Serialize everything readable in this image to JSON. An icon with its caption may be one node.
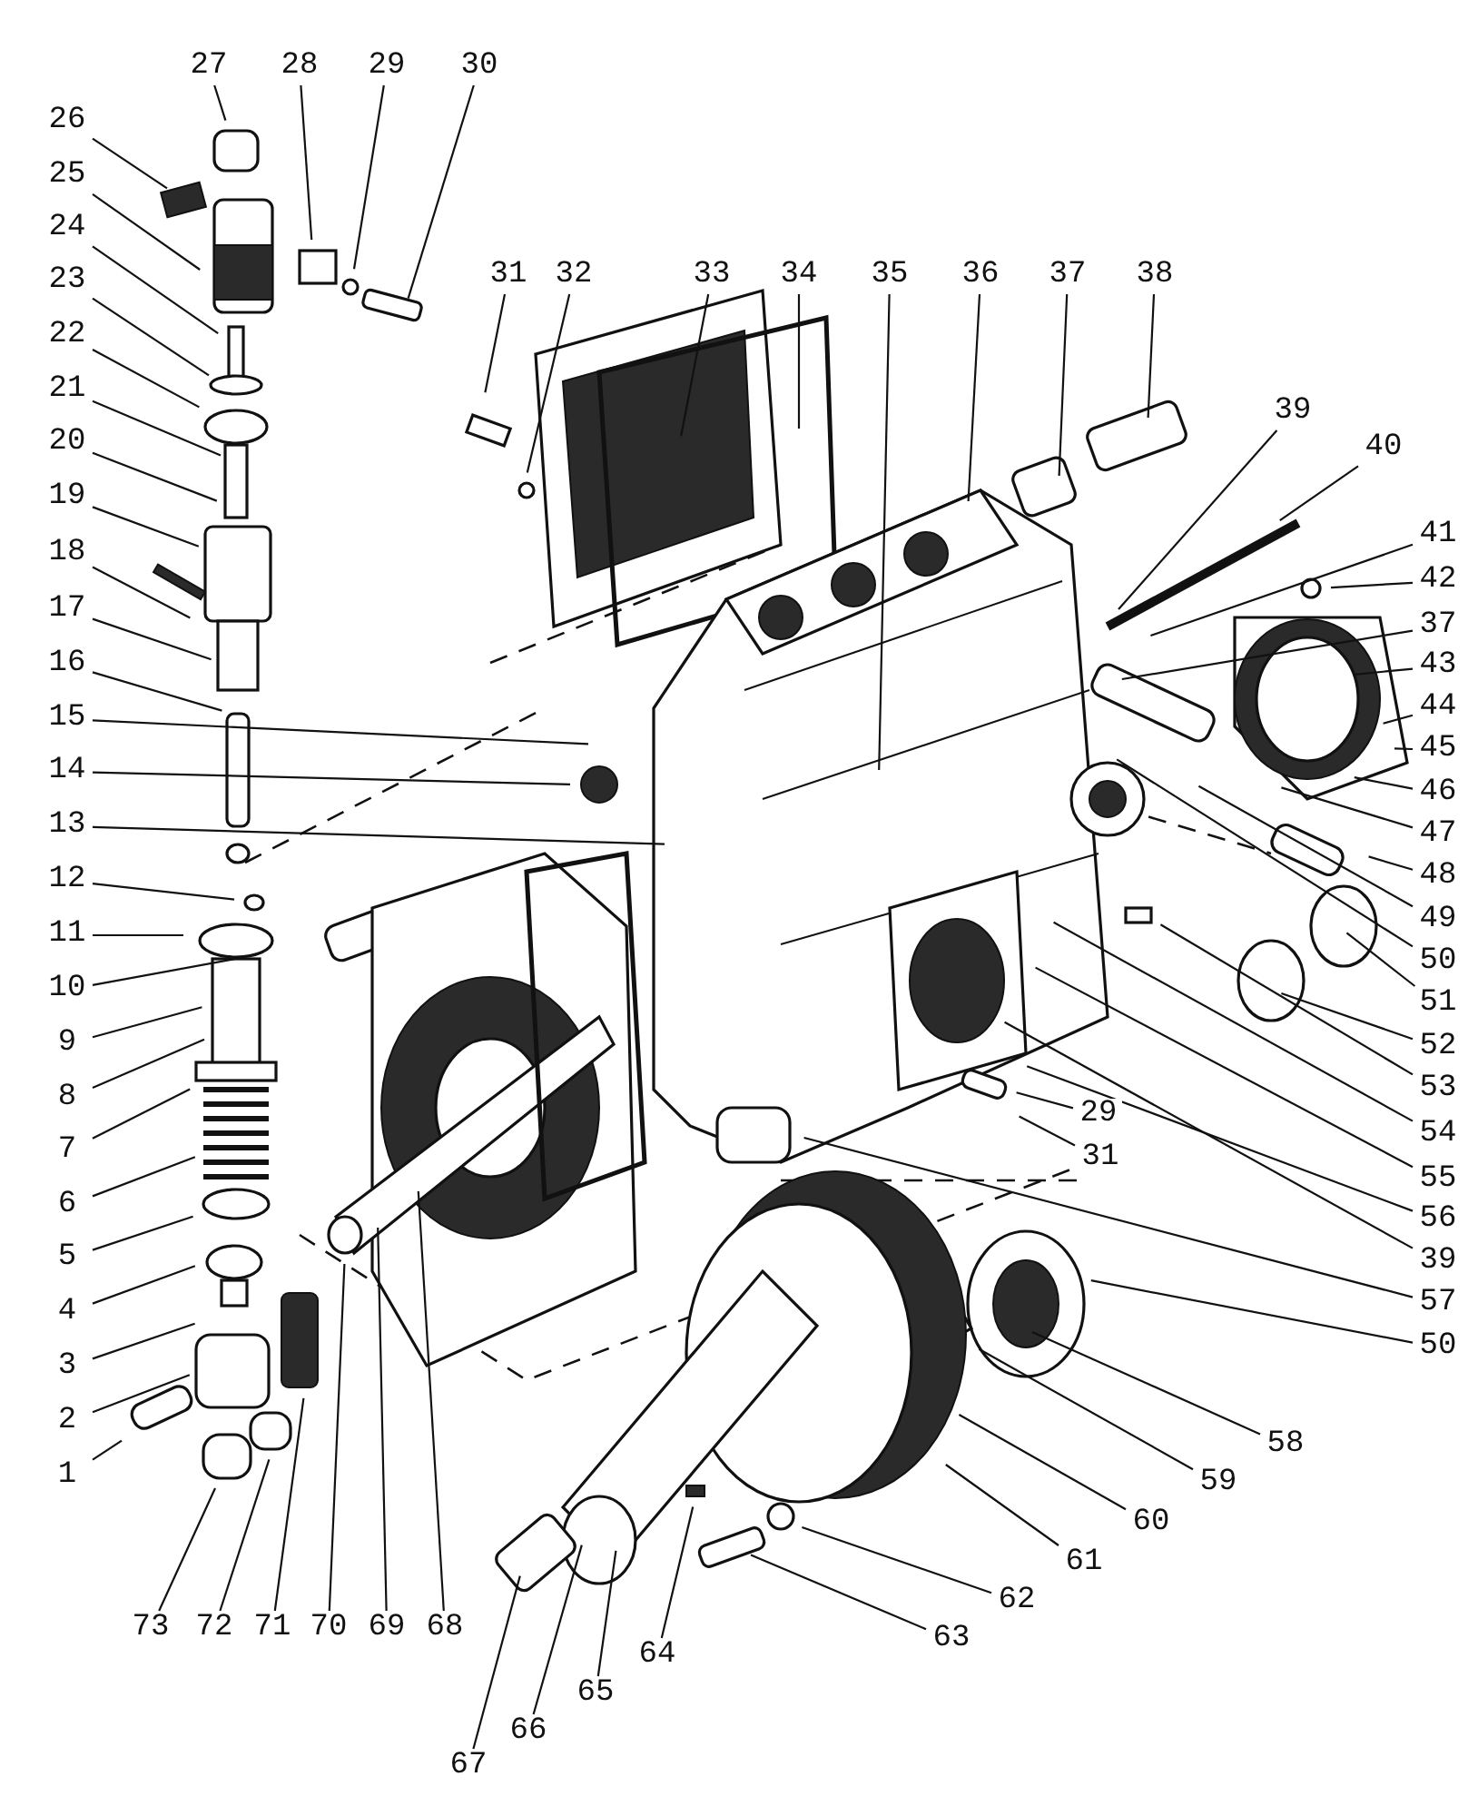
{
  "diagram": {
    "nodes": [
      {
        "text": [
          "27"
        ]
      },
      {
        "text": [
          "28"
        ]
      },
      {
        "text": [
          "29"
        ]
      },
      {
        "text": [
          "30"
        ]
      },
      {
        "text": [
          "26"
        ]
      },
      {
        "text": [
          "25"
        ]
      },
      {
        "text": [
          "24"
        ]
      },
      {
        "text": [
          "23"
        ]
      },
      {
        "text": [
          "22"
        ]
      },
      {
        "text": [
          "21"
        ]
      },
      {
        "text": [
          "20"
        ]
      },
      {
        "text": [
          "19"
        ]
      },
      {
        "text": [
          "18"
        ]
      },
      {
        "text": [
          "17"
        ]
      },
      {
        "text": [
          "16"
        ]
      },
      {
        "text": [
          "15"
        ]
      },
      {
        "text": [
          "14"
        ]
      },
      {
        "text": [
          "13"
        ]
      },
      {
        "text": [
          "12"
        ]
      },
      {
        "text": [
          "11"
        ]
      },
      {
        "text": [
          "10"
        ]
      },
      {
        "text": [
          "9"
        ]
      },
      {
        "text": [
          "8"
        ]
      },
      {
        "text": [
          "7"
        ]
      },
      {
        "text": [
          "6"
        ]
      },
      {
        "text": [
          "5"
        ]
      },
      {
        "text": [
          "4"
        ]
      },
      {
        "text": [
          "3"
        ]
      },
      {
        "text": [
          "2"
        ]
      },
      {
        "text": [
          "1"
        ]
      },
      {
        "text": [
          "31"
        ]
      },
      {
        "text": [
          "32"
        ]
      },
      {
        "text": [
          "33"
        ]
      },
      {
        "text": [
          "34"
        ]
      },
      {
        "text": [
          "35"
        ]
      },
      {
        "text": [
          "36"
        ]
      },
      {
        "text": [
          "37"
        ]
      },
      {
        "text": [
          "38"
        ]
      },
      {
        "text": [
          "39"
        ]
      },
      {
        "text": [
          "40"
        ]
      },
      {
        "text": [
          "41"
        ]
      },
      {
        "text": [
          "42"
        ]
      },
      {
        "text": [
          "37"
        ]
      },
      {
        "text": [
          "43"
        ]
      },
      {
        "text": [
          "44"
        ]
      },
      {
        "text": [
          "45"
        ]
      },
      {
        "text": [
          "46"
        ]
      },
      {
        "text": [
          "47"
        ]
      },
      {
        "text": [
          "48"
        ]
      },
      {
        "text": [
          "49"
        ]
      },
      {
        "text": [
          "50"
        ]
      },
      {
        "text": [
          "51"
        ]
      },
      {
        "text": [
          "52"
        ]
      },
      {
        "text": [
          "53"
        ]
      },
      {
        "text": [
          "54"
        ]
      },
      {
        "text": [
          "55"
        ]
      },
      {
        "text": [
          "56"
        ]
      },
      {
        "text": [
          "29"
        ]
      },
      {
        "text": [
          "31"
        ]
      },
      {
        "text": [
          "39"
        ]
      },
      {
        "text": [
          "57"
        ]
      },
      {
        "text": [
          "50"
        ]
      },
      {
        "text": [
          "58"
        ]
      },
      {
        "text": [
          "59"
        ]
      },
      {
        "text": [
          "60"
        ]
      },
      {
        "text": [
          "61"
        ]
      },
      {
        "text": [
          "62"
        ]
      },
      {
        "text": [
          "63"
        ]
      },
      {
        "text": [
          "64"
        ]
      },
      {
        "text": [
          "65"
        ]
      },
      {
        "text": [
          "66"
        ]
      },
      {
        "text": [
          "67"
        ]
      },
      {
        "text": [
          "73"
        ]
      },
      {
        "text": [
          "72"
        ]
      },
      {
        "text": [
          "71"
        ]
      },
      {
        "text": [
          "70"
        ]
      },
      {
        "text": [
          "69"
        ]
      },
      {
        "text": [
          "68"
        ]
      }
    ],
    "edges": [
      {
        "from": 0,
        "to": null,
        "arrow": "none"
      },
      {
        "from": 1,
        "to": null,
        "arrow": "none"
      },
      {
        "from": 2,
        "to": null,
        "arrow": "none"
      },
      {
        "from": 3,
        "to": null,
        "arrow": "none"
      },
      {
        "from": 4,
        "to": null,
        "arrow": "none"
      },
      {
        "from": 5,
        "to": null,
        "arrow": "none"
      },
      {
        "from": 6,
        "to": null,
        "arrow": "none"
      },
      {
        "from": 7,
        "to": null,
        "arrow": "none"
      },
      {
        "from": 8,
        "to": null,
        "arrow": "none"
      },
      {
        "from": 9,
        "to": null,
        "arrow": "none"
      },
      {
        "from": 10,
        "to": null,
        "arrow": "none"
      },
      {
        "from": 11,
        "to": null,
        "arrow": "none"
      },
      {
        "from": 12,
        "to": null,
        "arrow": "none"
      },
      {
        "from": 13,
        "to": null,
        "arrow": "none"
      },
      {
        "from": 14,
        "to": null,
        "arrow": "none"
      },
      {
        "from": 15,
        "to": null,
        "arrow": "none"
      },
      {
        "from": 16,
        "to": null,
        "arrow": "none"
      },
      {
        "from": 17,
        "to": null,
        "arrow": "none"
      },
      {
        "from": 18,
        "to": null,
        "arrow": "none"
      },
      {
        "from": 19,
        "to": null,
        "arrow": "none"
      },
      {
        "from": 20,
        "to": null,
        "arrow": "none"
      },
      {
        "from": 21,
        "to": null,
        "arrow": "none"
      },
      {
        "from": 22,
        "to": null,
        "arrow": "none"
      },
      {
        "from": 23,
        "to": null,
        "arrow": "none"
      },
      {
        "from": 24,
        "to": null,
        "arrow": "none"
      },
      {
        "from": 25,
        "to": null,
        "arrow": "none"
      },
      {
        "from": 26,
        "to": null,
        "arrow": "none"
      },
      {
        "from": 27,
        "to": null,
        "arrow": "none"
      },
      {
        "from": 28,
        "to": null,
        "arrow": "none"
      },
      {
        "from": 29,
        "to": null,
        "arrow": "none"
      },
      {
        "from": 30,
        "to": null,
        "arrow": "none"
      },
      {
        "from": 31,
        "to": null,
        "arrow": "none"
      },
      {
        "from": 32,
        "to": null,
        "arrow": "none"
      },
      {
        "from": 33,
        "to": null,
        "arrow": "none"
      },
      {
        "from": 34,
        "to": null,
        "arrow": "none"
      },
      {
        "from": 35,
        "to": null,
        "arrow": "none"
      },
      {
        "from": 36,
        "to": null,
        "arrow": "none"
      },
      {
        "from": 37,
        "to": null,
        "arrow": "none"
      },
      {
        "from": 38,
        "to": null,
        "arrow": "none"
      },
      {
        "from": 39,
        "to": null,
        "arrow": "none"
      },
      {
        "from": 40,
        "to": null,
        "arrow": "none"
      },
      {
        "from": 41,
        "to": null,
        "arrow": "none"
      },
      {
        "from": 42,
        "to": null,
        "arrow": "none"
      },
      {
        "from": 43,
        "to": null,
        "arrow": "none"
      },
      {
        "from": 44,
        "to": null,
        "arrow": "none"
      },
      {
        "from": 45,
        "to": null,
        "arrow": "none"
      },
      {
        "from": 46,
        "to": null,
        "arrow": "none"
      },
      {
        "from": 47,
        "to": null,
        "arrow": "none"
      },
      {
        "from": 48,
        "to": null,
        "arrow": "none"
      },
      {
        "from": 49,
        "to": null,
        "arrow": "none"
      },
      {
        "from": 50,
        "to": null,
        "arrow": "none"
      },
      {
        "from": 51,
        "to": null,
        "arrow": "none"
      },
      {
        "from": 52,
        "to": null,
        "arrow": "none"
      },
      {
        "from": 53,
        "to": null,
        "arrow": "none"
      },
      {
        "from": 54,
        "to": null,
        "arrow": "none"
      },
      {
        "from": 55,
        "to": null,
        "arrow": "none"
      },
      {
        "from": 56,
        "to": null,
        "arrow": "none"
      },
      {
        "from": 57,
        "to": null,
        "arrow": "none"
      },
      {
        "from": 58,
        "to": null,
        "arrow": "none"
      },
      {
        "from": 59,
        "to": null,
        "arrow": "none"
      },
      {
        "from": 60,
        "to": null,
        "arrow": "none"
      },
      {
        "from": 61,
        "to": null,
        "arrow": "none"
      },
      {
        "from": 62,
        "to": null,
        "arrow": "none"
      },
      {
        "from": 63,
        "to": null,
        "arrow": "none"
      },
      {
        "from": 64,
        "to": null,
        "arrow": "none"
      },
      {
        "from": 65,
        "to": null,
        "arrow": "none"
      },
      {
        "from": 66,
        "to": null,
        "arrow": "none"
      },
      {
        "from": 67,
        "to": null,
        "arrow": "none"
      },
      {
        "from": 68,
        "to": null,
        "arrow": "none"
      },
      {
        "from": 69,
        "to": null,
        "arrow": "none"
      },
      {
        "from": 70,
        "to": null,
        "arrow": "none"
      },
      {
        "from": 71,
        "to": null,
        "arrow": "none"
      },
      {
        "from": 72,
        "to": null,
        "arrow": "none"
      },
      {
        "from": 73,
        "to": null,
        "arrow": "none"
      },
      {
        "from": 74,
        "to": null,
        "arrow": "none"
      },
      {
        "from": 75,
        "to": null,
        "arrow": "none"
      },
      {
        "from": 76,
        "to": null,
        "arrow": "none"
      },
      {
        "from": 77,
        "to": null,
        "arrow": "none"
      }
    ]
  }
}
